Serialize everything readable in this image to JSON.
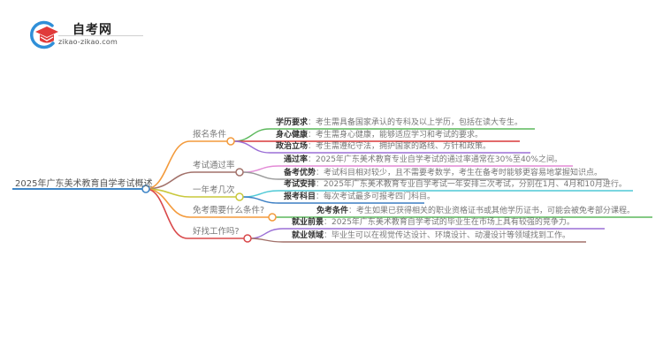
{
  "logo": {
    "title": "自考网",
    "url": "zikao-zikao.com",
    "icon": "graduation-cap-icon",
    "colors": {
      "cap": "#e03a3a",
      "ring": "#2f8fd8"
    }
  },
  "mindmap": {
    "root": {
      "label": "2025年广东美术教育自学考试概述",
      "color": "#3f86c7"
    },
    "separator": "：",
    "branches": [
      {
        "label": "报名条件",
        "color": "#f39a3b",
        "children": [
          {
            "key": "学历要求",
            "text": "考生需具备国家承认的专科及以上学历，包括在读大专生。",
            "color": "#5cb85c"
          },
          {
            "key": "身心健康",
            "text": "考生需身心健康，能够适应学习和考试的要求。",
            "color": "#d9383a"
          },
          {
            "key": "政治立场",
            "text": "考生需遵纪守法，拥护国家的路线、方针和政策。",
            "color": "#9b6fd6"
          }
        ]
      },
      {
        "label": "考试通过率",
        "color": "#a2716a",
        "children": [
          {
            "key": "通过率",
            "text": "2025年广东美术教育专业自学考试的通过率通常在30%至40%之间。",
            "color": "#e38ad6"
          },
          {
            "key": "备考优势",
            "text": "考试科目相对较少，且不需要考数学，考生在备考时能够更容易地掌握知识点。",
            "color": "#9a9a9a"
          }
        ]
      },
      {
        "label": "一年考几次",
        "color": "#c9c83c",
        "children": [
          {
            "key": "考试安排",
            "text": "2025年广东美术教育专业自学考试一年安排三次考试，分别在1月、4月和10月进行。",
            "color": "#4ec9d6"
          },
          {
            "key": "报考科目",
            "text": "每次考试最多可报考四门科目。",
            "color": "#3b7fc4"
          }
        ]
      },
      {
        "label": "免考需要什么条件?",
        "color": "#f39a3b",
        "children": [
          {
            "key": "免考条件",
            "text": "考生如果已获得相关的职业资格证书或其他学历证书，可能会被免考部分课程。",
            "color": "#5cb85c"
          }
        ]
      },
      {
        "label": "好找工作吗?",
        "color": "#d9484a",
        "children": [
          {
            "key": "就业前景",
            "text": "2025年广东美术教育自学考试的毕业生在市场上具有较强的竞争力。",
            "color": "#9b6fd6"
          },
          {
            "key": "就业领域",
            "text": "毕业生可以在视觉传达设计、环境设计、动漫设计等领域找到工作。",
            "color": "#a2716a"
          }
        ]
      }
    ]
  }
}
